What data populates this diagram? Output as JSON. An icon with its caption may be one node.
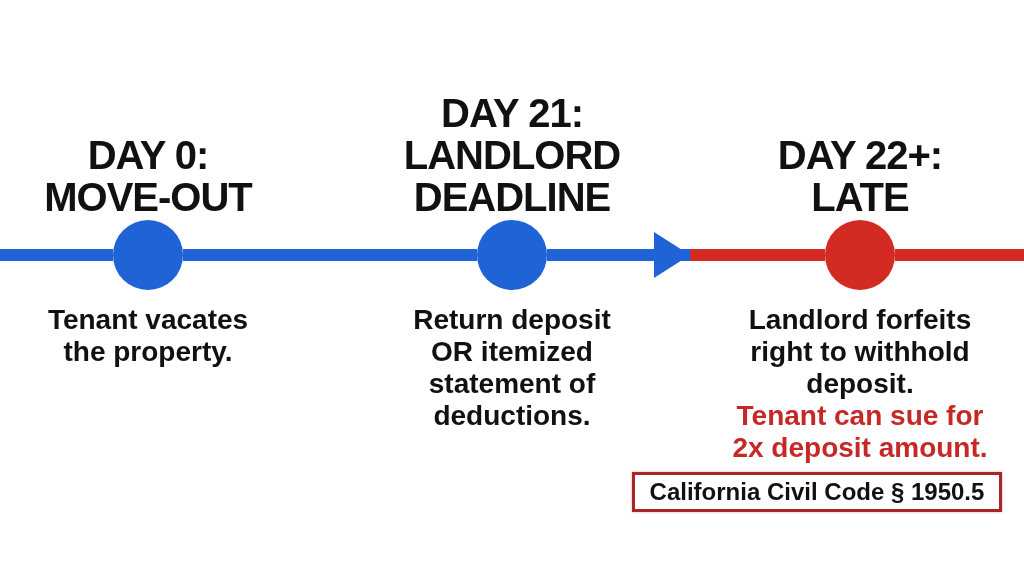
{
  "diagram": {
    "nodes": [
      {
        "text": [
          "DAY 0: MOVE-OUT",
          "Tenant vacates the property."
        ]
      },
      {
        "text": [
          "DAY 21: LANDLORD DEADLINE",
          "Return deposit OR itemized statement of deductions."
        ]
      },
      {
        "text": [
          "DAY 22+: LATE",
          "Landlord forfeits right to withhold deposit.",
          "Tenant can sue for 2x deposit amount."
        ]
      },
      {
        "text": [
          "California Civil Code § 1950.5"
        ]
      }
    ],
    "edges": [
      {
        "from": null,
        "to": 0,
        "arrow": "none"
      },
      {
        "from": 0,
        "to": 1,
        "arrow": "none"
      },
      {
        "from": 1,
        "to": 2,
        "arrow": "to"
      },
      {
        "from": 2,
        "to": null,
        "arrow": "none",
        "color": "#d42a24"
      }
    ]
  }
}
